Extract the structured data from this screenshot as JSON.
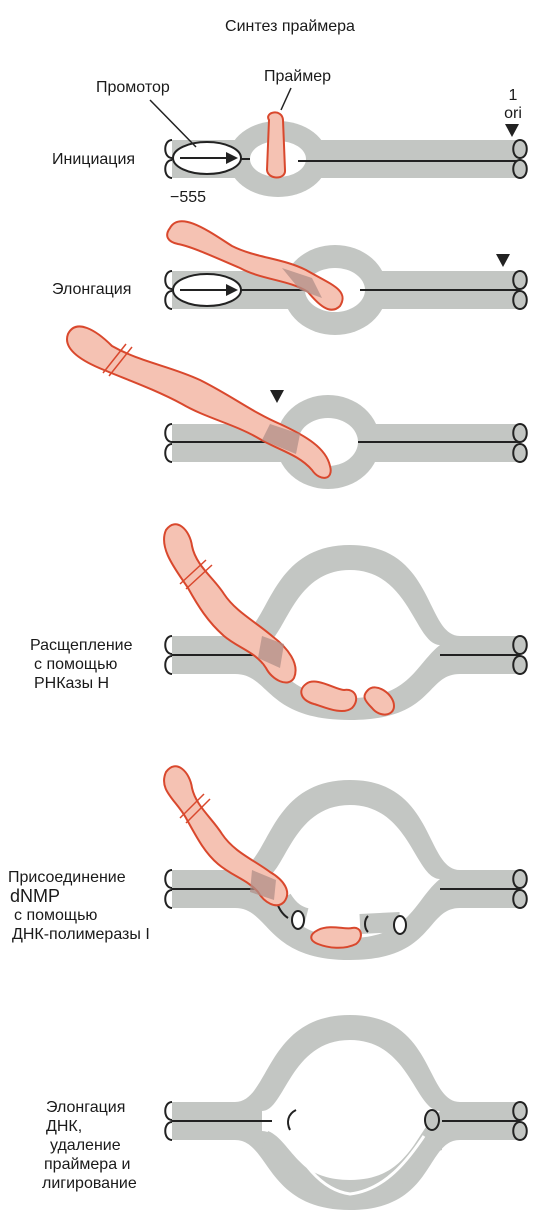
{
  "title": "Синтез праймера",
  "labels": {
    "promoter": "Промотор",
    "primer": "Праймер",
    "ori_number": "1",
    "ori": "ori",
    "position": "−555"
  },
  "steps": [
    {
      "lines": [
        "Инициация"
      ]
    },
    {
      "lines": [
        "Элонгация"
      ]
    },
    {
      "lines": []
    },
    {
      "lines": [
        "Расщепление",
        "с помощью",
        "РНКазы Н"
      ]
    },
    {
      "lines": [
        "Присоединение",
        "dNMP",
        "с помощью",
        "ДНК-полимеразы I"
      ]
    },
    {
      "lines": [
        "Элонгация",
        "ДНК,",
        "удаление",
        "праймера и",
        "лигирование"
      ]
    }
  ],
  "colors": {
    "dna": "#c3c6c3",
    "primer_fill": "#f5c2b3",
    "primer_stroke": "#d9482d",
    "hybrid": "#b08f88"
  }
}
